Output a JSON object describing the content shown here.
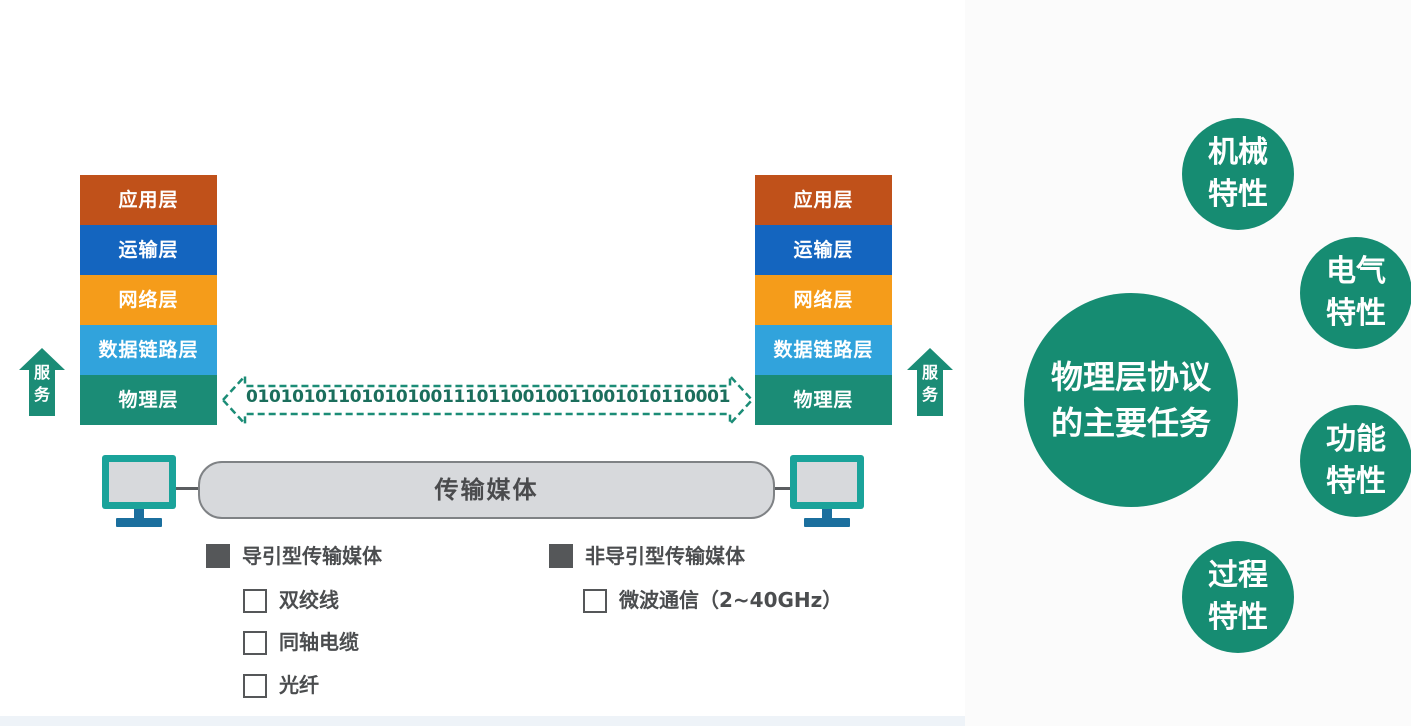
{
  "stacks": {
    "layers": [
      "应用层",
      "运输层",
      "网络层",
      "数据链路层",
      "物理层"
    ]
  },
  "service_label": [
    "服",
    "务"
  ],
  "bit_stream": "0101010110101010011101100100110010101100010101",
  "medium_label": "传输媒体",
  "guided": {
    "heading": "导引型传输媒体",
    "items": [
      "双绞线",
      "同轴电缆",
      "光纤"
    ]
  },
  "unguided": {
    "heading": "非导引型传输媒体",
    "items": [
      "微波通信（2~40GHz）"
    ]
  },
  "tasks": {
    "main": [
      "物理层协议",
      "的主要任务"
    ],
    "mechanical": [
      "机械",
      "特性"
    ],
    "electrical": [
      "电气",
      "特性"
    ],
    "functional": [
      "功能",
      "特性"
    ],
    "procedural": [
      "过程",
      "特性"
    ]
  },
  "colors": {
    "application": "#c0511a",
    "transport": "#1465bf",
    "network": "#f59c1a",
    "datalink": "#31a3dc",
    "physical": "#1b8c76",
    "circle": "#168c72"
  }
}
